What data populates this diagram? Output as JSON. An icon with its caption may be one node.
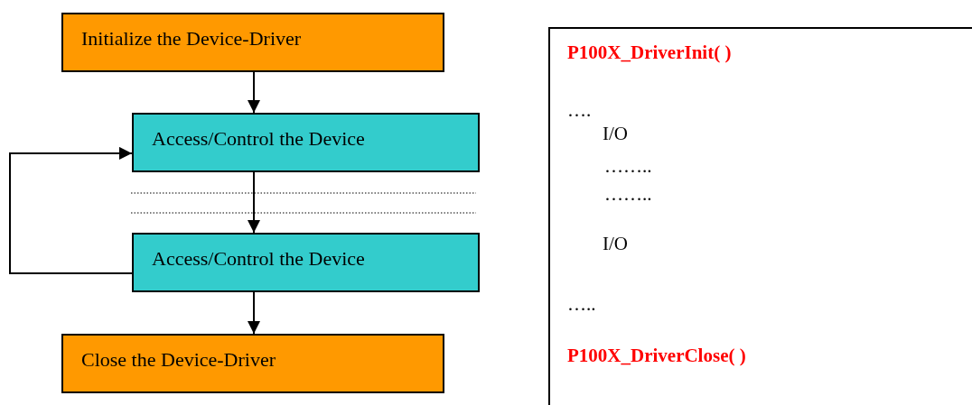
{
  "diagram": {
    "nodes": [
      {
        "text": [
          "Initialize the Device-Driver"
        ]
      },
      {
        "text": [
          "Access/Control the Device"
        ]
      },
      {
        "text": [
          "Access/Control the Device"
        ]
      },
      {
        "text": [
          "Close the Device-Driver"
        ]
      },
      {
        "text": [
          "P100X_DriverInit( )",
          "….",
          "I/O",
          "……..",
          "……..",
          "I/O",
          "…..",
          "P100X_DriverClose( )"
        ]
      }
    ],
    "edges": [
      {
        "from": 0,
        "to": 1,
        "arrow": "to"
      },
      {
        "from": 1,
        "to": 2,
        "arrow": "to"
      },
      {
        "from": 2,
        "to": 3,
        "arrow": "to"
      },
      {
        "from": 2,
        "to": 1,
        "arrow": "to"
      }
    ]
  }
}
